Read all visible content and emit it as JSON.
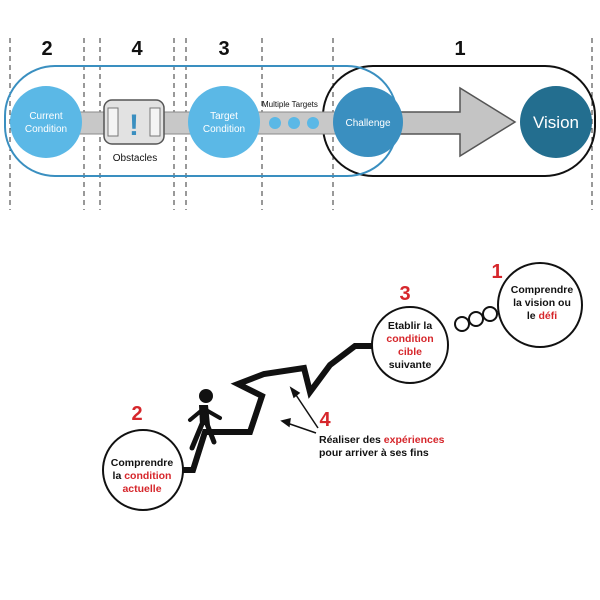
{
  "top": {
    "step_numbers": [
      "2",
      "4",
      "3",
      "1"
    ],
    "current_condition": [
      "Current",
      "Condition"
    ],
    "obstacle_mark": "!",
    "obstacles": "Obstacles",
    "target_condition": [
      "Target",
      "Condition"
    ],
    "multiple_targets": "Multiple Targets",
    "challenge": "Challenge",
    "vision": "Vision",
    "colors": {
      "light_blue": "#5bb8e6",
      "mid_blue": "#3a8fc0",
      "dark_blue": "#236e8f",
      "outline_blue": "#3a8fc0",
      "bar_gray": "#c8c8c8",
      "arrow_gray": "#c4c4c4"
    }
  },
  "bottom": {
    "nums": {
      "n1": "1",
      "n2": "2",
      "n3": "3",
      "n4": "4"
    },
    "circle1": {
      "l1": "Comprendre",
      "l2": "la vision ou",
      "l3a": "le ",
      "l3b": "défi"
    },
    "circle2": {
      "l1": "Comprendre",
      "l2a": "la ",
      "l2b": "condition",
      "l3": "actuelle"
    },
    "circle3": {
      "l1": "Etablir la",
      "l2": "condition",
      "l3": "cible",
      "l4": "suivante"
    },
    "note4": {
      "l1a": "Réaliser des ",
      "l1b": "expériences",
      "l2": "pour arriver à ses fins"
    },
    "colors": {
      "red": "#d6262b",
      "black": "#111111"
    }
  }
}
